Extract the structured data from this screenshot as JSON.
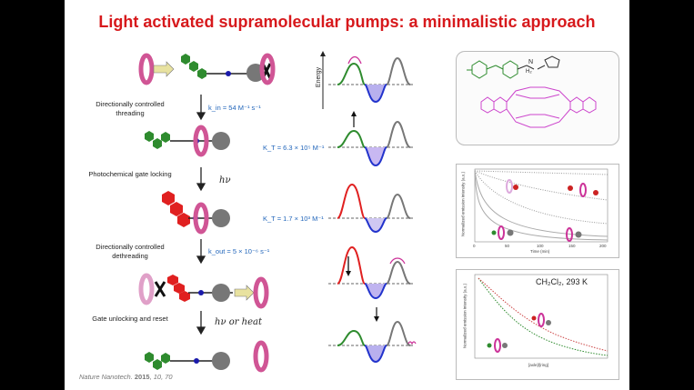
{
  "title": "Light activated supramolecular pumps: a minimalistic approach",
  "steps": [
    {
      "label": "Directionally controlled threading",
      "rate": "k_in = 54 M⁻¹ s⁻¹"
    },
    {
      "label": "Photochemical gate locking",
      "symbol": "hν"
    },
    {
      "label": "Directionally controlled dethreading",
      "rate": "k_out = 5 × 10⁻⁶ s⁻¹"
    },
    {
      "label": "Gate unlocking and reset",
      "symbol": "hν  or  heat"
    }
  ],
  "constants": [
    "K_T = 6.3 × 10⁵ M⁻¹",
    "K_T = 1.7 × 10³ M⁻¹"
  ],
  "energy_axis_label": "Energy",
  "citation": {
    "journal": "Nature Nanotech.",
    "year": "2015",
    "rest": ", 10, 70"
  },
  "kinetics_panel": {
    "x_label": "Time (min)",
    "y_label": "Normalized emission intensity (a.u.)",
    "ticks": [
      "0",
      "50",
      "100",
      "150",
      "200"
    ]
  },
  "titration_panel": {
    "solvent_label": "CH₂Cl₂, 293 K",
    "x_label": "[axle]/[ring]",
    "y_label": "Normalized emission intensity (a.u.)"
  },
  "colors": {
    "title": "#d7191c",
    "rate": "#2266bb",
    "green": "#2e8b2e",
    "red": "#e02020",
    "blue": "#2233cc",
    "pink": "#cc3399"
  }
}
